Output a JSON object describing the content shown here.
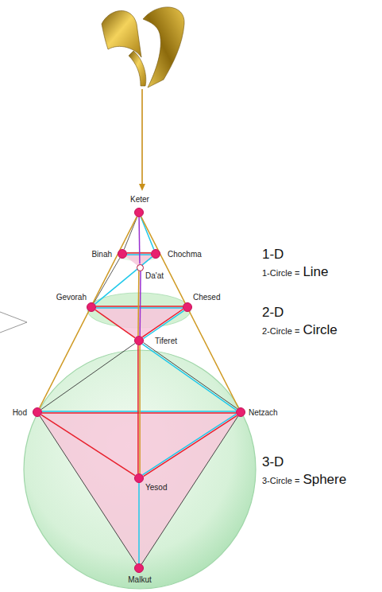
{
  "diagram": {
    "nodes": [
      {
        "text": [
          "Keter"
        ]
      },
      {
        "text": [
          "Binah"
        ]
      },
      {
        "text": [
          "Chochma"
        ]
      },
      {
        "text": [
          "Da'at"
        ]
      },
      {
        "text": [
          "Gevorah"
        ]
      },
      {
        "text": [
          "Chesed"
        ]
      },
      {
        "text": [
          "Tiferet"
        ]
      },
      {
        "text": [
          "Hod"
        ]
      },
      {
        "text": [
          "Netzach"
        ]
      },
      {
        "text": [
          "Yesod"
        ]
      },
      {
        "text": [
          "Malkut"
        ]
      }
    ],
    "edges": [
      {
        "from": 0,
        "to": 1,
        "arrow": "none"
      },
      {
        "from": 0,
        "to": 2,
        "arrow": "none"
      },
      {
        "from": 1,
        "to": 2,
        "arrow": "none"
      },
      {
        "from": 0,
        "to": 3,
        "arrow": "none"
      },
      {
        "from": 2,
        "to": 4,
        "arrow": "none"
      },
      {
        "from": 1,
        "to": 4,
        "arrow": "none"
      },
      {
        "from": 4,
        "to": 5,
        "arrow": "none"
      },
      {
        "from": 4,
        "to": 6,
        "arrow": "none"
      },
      {
        "from": 5,
        "to": 6,
        "arrow": "none"
      },
      {
        "from": 3,
        "to": 6,
        "arrow": "none"
      },
      {
        "from": 0,
        "to": 7,
        "arrow": "none"
      },
      {
        "from": 0,
        "to": 8,
        "arrow": "none"
      },
      {
        "from": 6,
        "to": 7,
        "arrow": "none"
      },
      {
        "from": 6,
        "to": 8,
        "arrow": "none"
      },
      {
        "from": 7,
        "to": 8,
        "arrow": "none"
      },
      {
        "from": 7,
        "to": 9,
        "arrow": "none"
      },
      {
        "from": 8,
        "to": 9,
        "arrow": "none"
      },
      {
        "from": 6,
        "to": 9,
        "arrow": "none"
      },
      {
        "from": 7,
        "to": 10,
        "arrow": "none"
      },
      {
        "from": 8,
        "to": 10,
        "arrow": "none"
      },
      {
        "from": 9,
        "to": 10,
        "arrow": "none"
      }
    ],
    "labels": [
      "1-D",
      "1-Circle =",
      "Line",
      "2-D",
      "2-Circle =",
      "Circle",
      "3-D",
      "3-Circle =",
      "Sphere"
    ]
  }
}
